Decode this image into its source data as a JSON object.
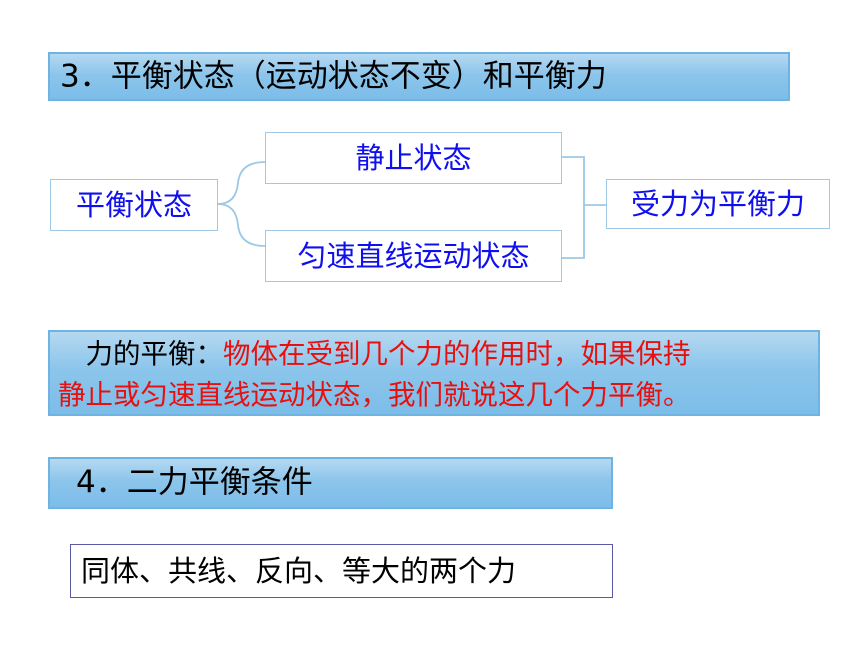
{
  "heading3": "3．平衡状态（运动状态不变）和平衡力",
  "diagram": {
    "root": "平衡状态",
    "branch_top": "静止状态",
    "branch_bottom": "匀速直线运动状态",
    "result": "受力为平衡力"
  },
  "definition": {
    "term": "力的平衡：",
    "line1": "物体在受到几个力的作用时，如果保持",
    "line2": "静止或匀速直线运动状态，我们就说这几个力平衡。"
  },
  "heading4": "4．二力平衡条件",
  "conditions": "同体、共线、反向、等大的两个力",
  "colors": {
    "banner": "#8cc5eb",
    "box_text": "#1010ee",
    "definition_red": "#e8100f",
    "bracket": "#9dc9e6"
  }
}
